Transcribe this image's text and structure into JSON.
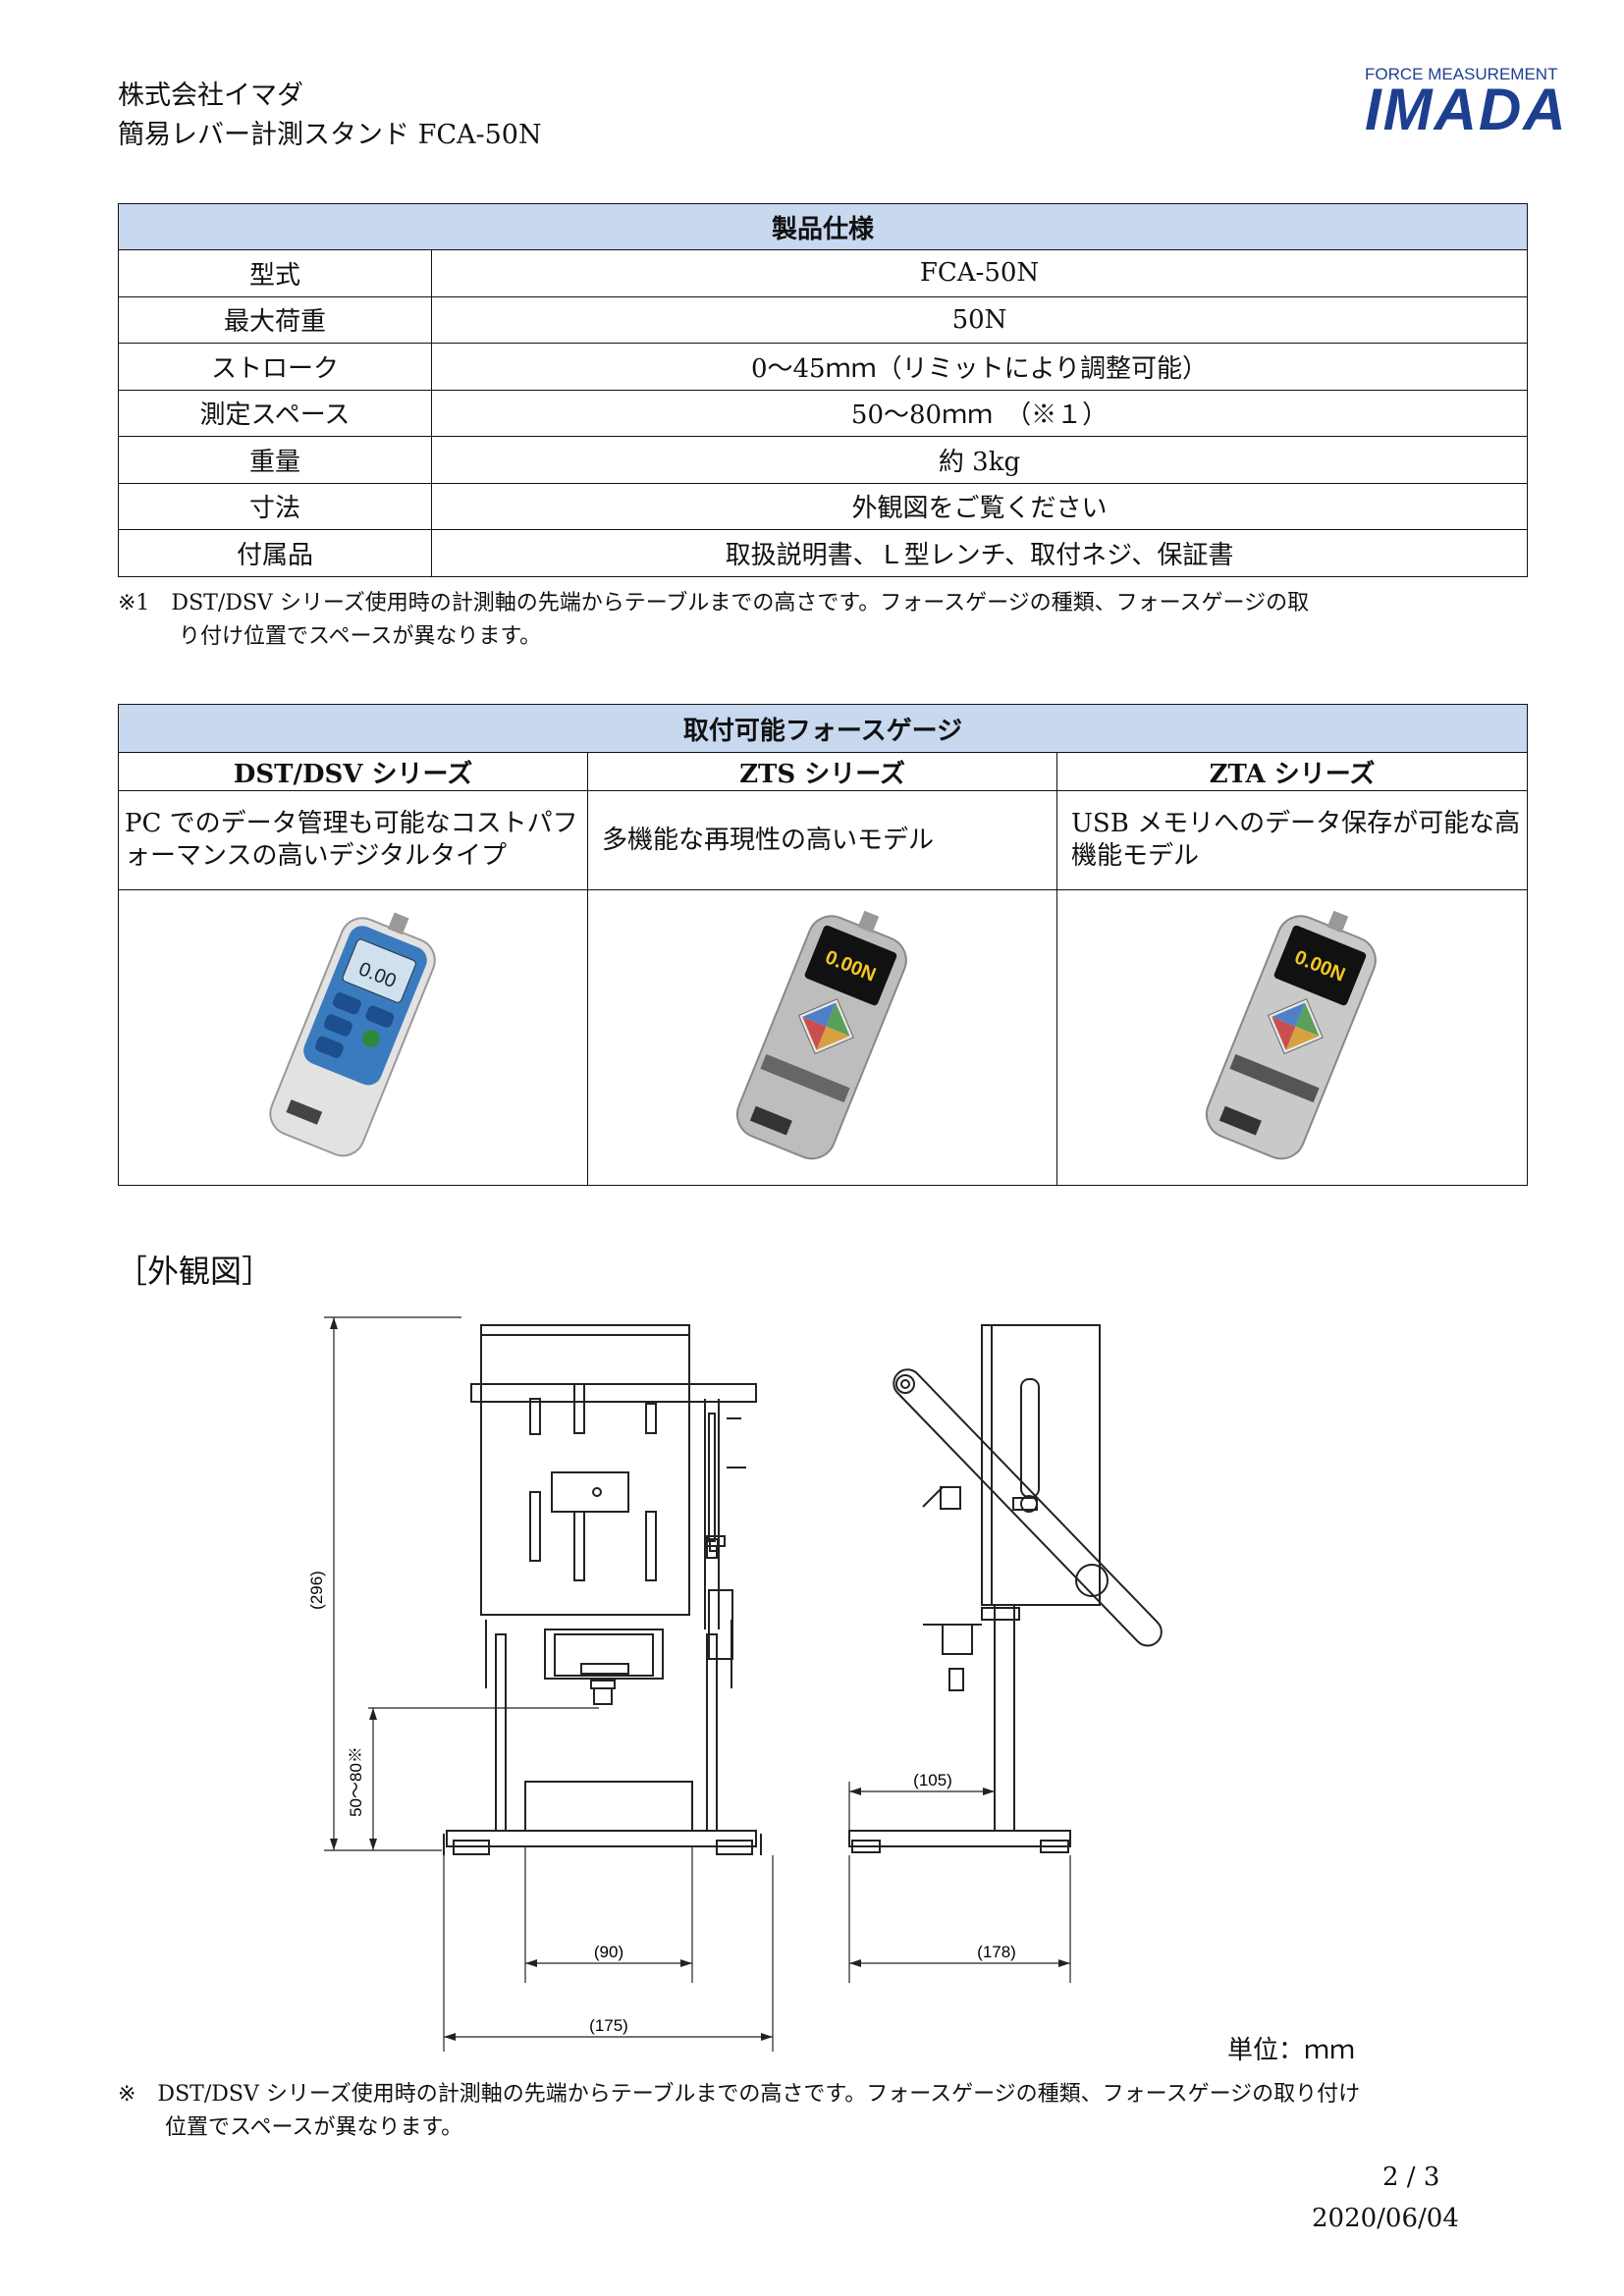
{
  "header": {
    "company": "株式会社イマダ",
    "product": "簡易レバー計測スタンド FCA-50N"
  },
  "logo": {
    "tagline": "FORCE MEASUREMENT",
    "brand": "IMADA"
  },
  "spec_table": {
    "title": "製品仕様",
    "rows": [
      {
        "label": "型式",
        "value": "FCA-50N"
      },
      {
        "label": "最大荷重",
        "value": "50N"
      },
      {
        "label": "ストローク",
        "value": "0～45ｍｍ（リミットにより調整可能）"
      },
      {
        "label": "測定スペース",
        "value": "50～80ｍｍ　（※１）"
      },
      {
        "label": "重量",
        "value": "約 3kg"
      },
      {
        "label": "寸法",
        "value": "外観図をご覧ください"
      },
      {
        "label": "付属品",
        "value": "取扱説明書、Ｌ型レンチ、取付ネジ、保証書"
      }
    ]
  },
  "note1": {
    "line1": "※1　DST/DSV シリーズ使用時の計測軸の先端からテーブルまでの高さです。フォースゲージの種類、フォースゲージの取",
    "line2": "り付け位置でスペースが異なります。"
  },
  "gauge_table": {
    "title": "取付可能フォースゲージ",
    "columns": [
      {
        "name": "DST/DSV シリーズ",
        "desc": "PC でのデータ管理も可能なコストパフォーマンスの高いデジタルタイプ",
        "screen_text": "0.00"
      },
      {
        "name": "ZTS シリーズ",
        "desc": "多機能な再現性の高いモデル",
        "screen_text": "0.00N"
      },
      {
        "name": "ZTA シリーズ",
        "desc": "USB メモリへのデータ保存が可能な高機能モデル",
        "screen_text": "0.00N"
      }
    ]
  },
  "drawing": {
    "title": "［外観図］",
    "dims": {
      "height": "(296)",
      "space": "50～80※",
      "inner_width": "(90)",
      "width": "(175)",
      "side_offset": "(105)",
      "depth": "(178)"
    },
    "unit": "単位：ｍｍ"
  },
  "note2": {
    "line1": "※　DST/DSV シリーズ使用時の計測軸の先端からテーブルまでの高さです。フォースゲージの種類、フォースゲージの取り付け",
    "line2": "位置でスペースが異なります。"
  },
  "footer": {
    "page": "2 / 3",
    "date": "2020/06/04"
  }
}
